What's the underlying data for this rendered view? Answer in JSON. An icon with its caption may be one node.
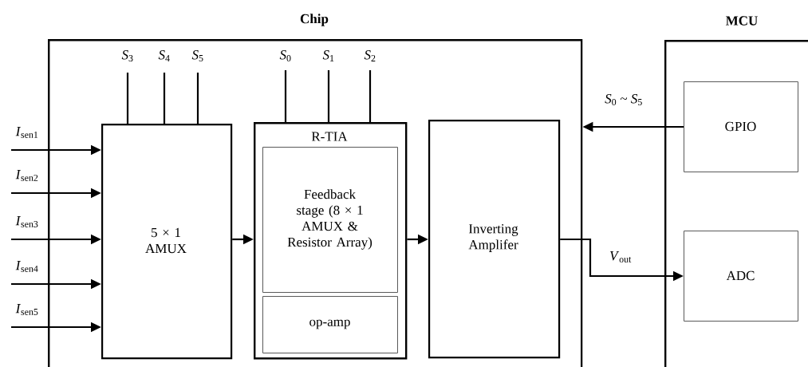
{
  "diagram": {
    "nodes": [
      {
        "text": [
          "Chip"
        ]
      },
      {
        "text": [
          "5 × 1 AMUX"
        ],
        "in": 0
      },
      {
        "text": [
          "R-TIA"
        ],
        "in": 0
      },
      {
        "text": [
          "Feedback stage (8 × 1 AMUX & Resistor Array)"
        ],
        "in": 2
      },
      {
        "text": [
          "op-amp"
        ],
        "in": 2
      },
      {
        "text": [
          "Inverting Amplifer"
        ],
        "in": 0
      },
      {
        "text": [
          "MCU"
        ]
      },
      {
        "text": [
          "GPIO"
        ],
        "in": 6
      },
      {
        "text": [
          "ADC"
        ],
        "in": 6
      }
    ],
    "edges": [
      {
        "from": null,
        "to": 1,
        "arrow": "to",
        "label": "*I*$_{sen1}$"
      },
      {
        "from": null,
        "to": 1,
        "arrow": "to",
        "label": "*I*$_{sen2}$"
      },
      {
        "from": null,
        "to": 1,
        "arrow": "to",
        "label": "*I*$_{sen3}$"
      },
      {
        "from": null,
        "to": 1,
        "arrow": "to",
        "label": "*I*$_{sen4}$"
      },
      {
        "from": null,
        "to": 1,
        "arrow": "to",
        "label": "*I*$_{sen5}$"
      },
      {
        "from": null,
        "to": 1,
        "arrow": "none",
        "label": "*S*$_{3}$"
      },
      {
        "from": null,
        "to": 1,
        "arrow": "none",
        "label": "*S*$_{4}$"
      },
      {
        "from": null,
        "to": 1,
        "arrow": "none",
        "label": "*S*$_{5}$"
      },
      {
        "from": null,
        "to": 2,
        "arrow": "none",
        "label": "*S*$_{0}$"
      },
      {
        "from": null,
        "to": 2,
        "arrow": "none",
        "label": "*S*$_{1}$"
      },
      {
        "from": null,
        "to": 2,
        "arrow": "none",
        "label": "*S*$_{2}$"
      },
      {
        "from": 1,
        "to": 2,
        "arrow": "to"
      },
      {
        "from": 2,
        "to": 5,
        "arrow": "to"
      },
      {
        "from": 7,
        "to": 0,
        "arrow": "to",
        "label": "*S*$_{0}$ ~ *S*$_{5}$"
      },
      {
        "from": 5,
        "to": 8,
        "arrow": "to",
        "label": "*V*$_{out}$"
      }
    ]
  }
}
